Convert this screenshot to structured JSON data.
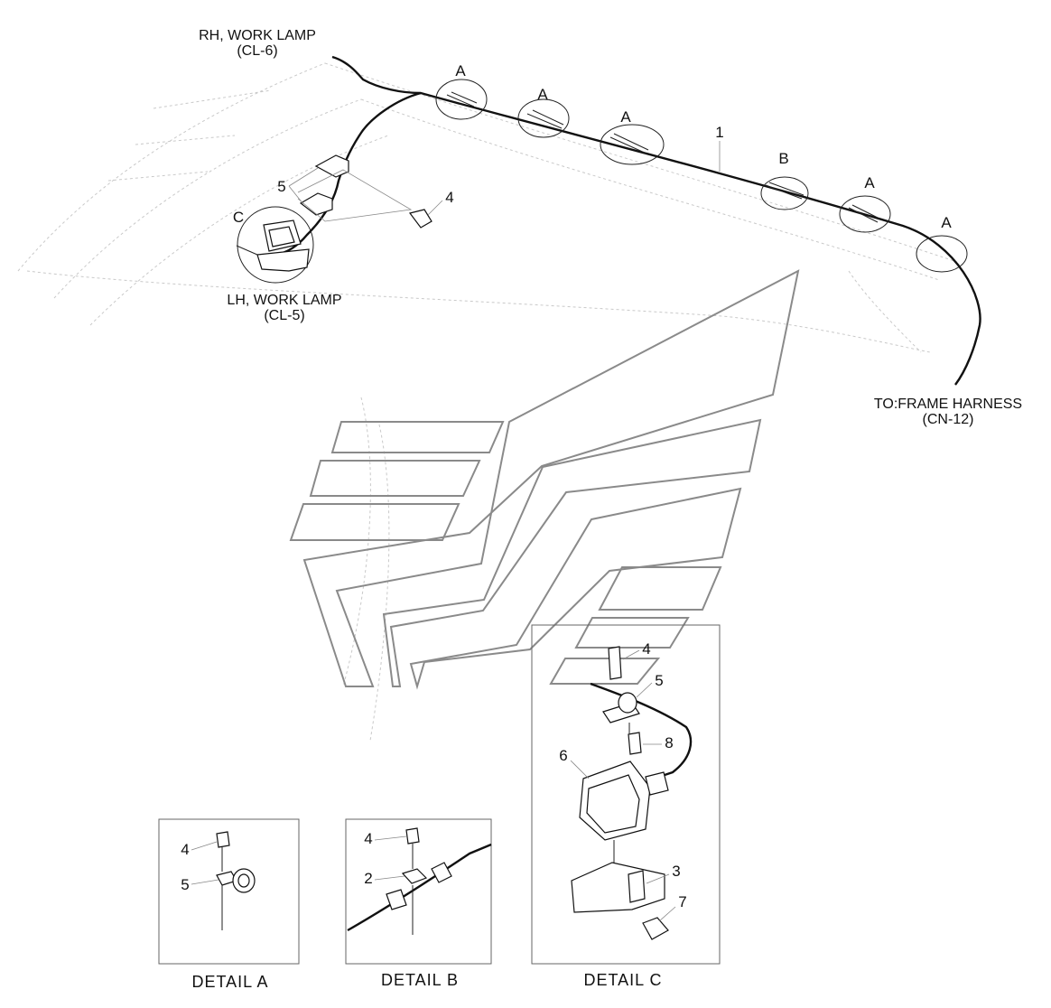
{
  "labels": {
    "rh_work_lamp": "RH, WORK LAMP",
    "rh_code": "(CL-6)",
    "lh_work_lamp": "LH, WORK LAMP",
    "lh_code": "(CL-5)",
    "to_frame": "TO:FRAME HARNESS",
    "to_frame_code": "(CN-12)"
  },
  "callouts": {
    "harness": "1",
    "a": "A",
    "b": "B",
    "c": "C",
    "bolt": "4",
    "clamp": "5"
  },
  "detail_a": {
    "title": "DETAIL  A",
    "p4": "4",
    "p5": "5"
  },
  "detail_b": {
    "title": "DETAIL  B",
    "p4": "4",
    "p2": "2"
  },
  "detail_c": {
    "title": "DETAIL  C",
    "p4": "4",
    "p5": "5",
    "p8": "8",
    "p6": "6",
    "p3": "3",
    "p7": "7"
  }
}
